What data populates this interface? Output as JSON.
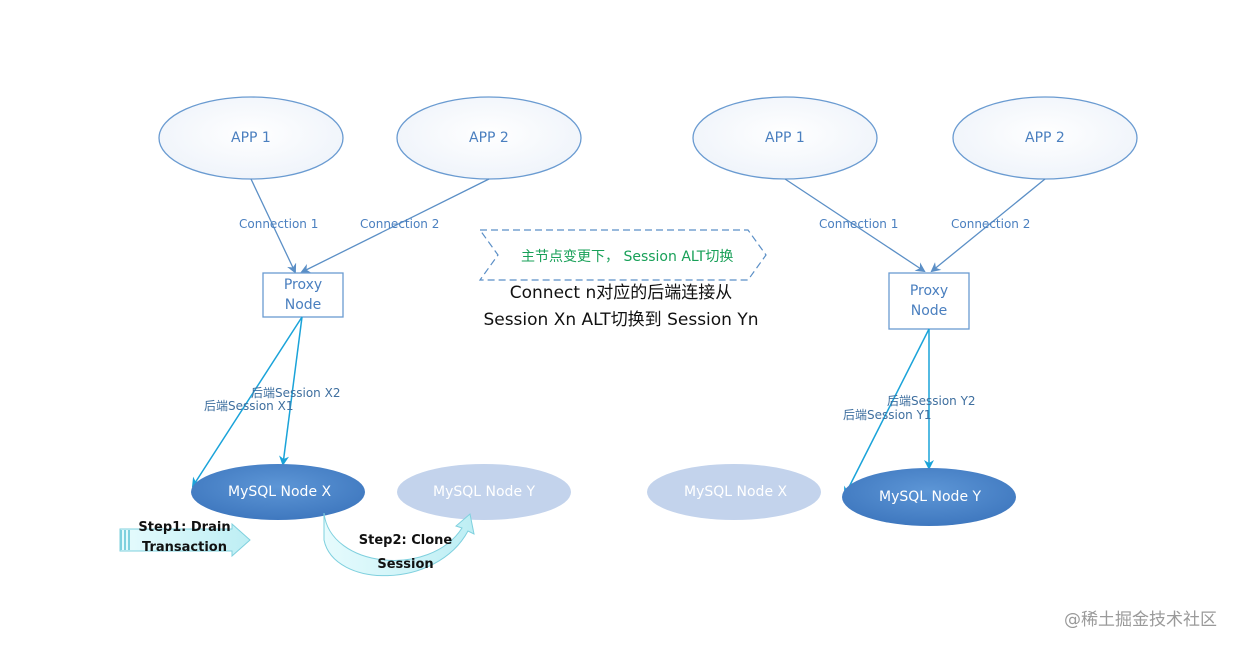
{
  "left": {
    "apps": [
      "APP 1",
      "APP 2"
    ],
    "connections": [
      "Connection  1",
      "Connection 2"
    ],
    "proxy": [
      "Proxy",
      "Node"
    ],
    "sessions": [
      "后端Session X2",
      "后端Session X1"
    ],
    "mysql_x": "MySQL Node X",
    "mysql_y": "MySQL Node Y",
    "step1": [
      "Step1: Drain",
      "Transaction"
    ],
    "step2": [
      "Step2: Clone",
      "Session"
    ]
  },
  "center": {
    "banner": "主节点变更下， Session ALT切换",
    "caption": [
      "Connect n对应的后端连接从",
      "Session Xn ALT切换到 Session Yn"
    ]
  },
  "right": {
    "apps": [
      "APP 1",
      "APP 2"
    ],
    "connections": [
      "Connection  1",
      "Connection 2"
    ],
    "proxy": [
      "Proxy",
      "Node"
    ],
    "sessions": [
      "后端Session Y2",
      "后端Session Y1"
    ],
    "mysql_x": "MySQL Node X",
    "mysql_y": "MySQL Node Y"
  },
  "watermark": "@稀土掘金技术社区",
  "colors": {
    "outline_blue": "#6a9bd1",
    "line_blue": "#5b8fc6",
    "session_arrow": "#1aa3d9",
    "mysql_active": "#4a86cc",
    "mysql_dim": "#c3d3ec",
    "banner_text": "#18a058",
    "step_arrow": "#c8f1f5"
  }
}
